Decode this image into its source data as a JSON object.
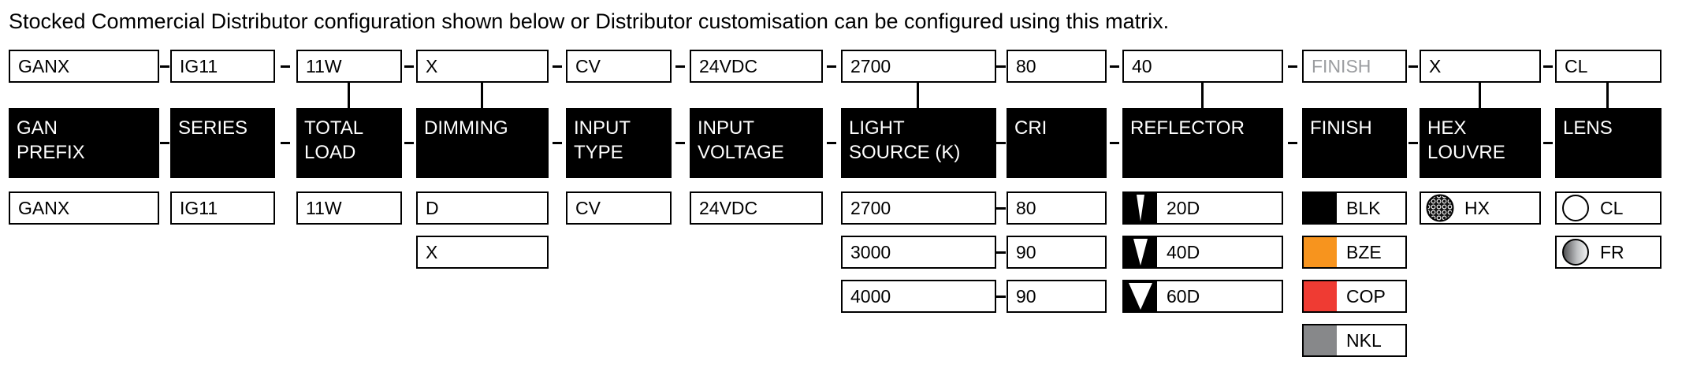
{
  "title": "Stocked Commercial Distributor configuration shown below or Distributor customisation can be configured using this matrix.",
  "colors": {
    "header_bg": "#000000",
    "box_border": "#000000",
    "placeholder_text": "#9B9DA0",
    "swatch_blk": "#000000",
    "swatch_bze": "#F7941E",
    "swatch_cop": "#EF3B33",
    "swatch_nkl": "#87888A"
  },
  "icons": {
    "reflector_20d": "narrow-beam-cone-icon",
    "reflector_40d": "medium-beam-cone-icon",
    "reflector_60d": "wide-beam-cone-icon",
    "hex_louvre": "honeycomb-louvre-icon",
    "lens_clear": "clear-lens-circle-icon",
    "lens_frosted": "frosted-lens-circle-icon"
  },
  "columns": {
    "gan_prefix": {
      "header": "GAN\nPREFIX",
      "selected": "GANX",
      "options": {
        "ganx": "GANX"
      }
    },
    "series": {
      "header": "SERIES",
      "selected": "IG11",
      "options": {
        "ig11": "IG11"
      }
    },
    "total_load": {
      "header": "TOTAL\nLOAD",
      "selected": "11W",
      "options": {
        "w11": "11W"
      }
    },
    "dimming": {
      "header": "DIMMING",
      "selected": "X",
      "options": {
        "d": "D",
        "x": "X"
      }
    },
    "input_type": {
      "header": "INPUT\nTYPE",
      "selected": "CV",
      "options": {
        "cv": "CV"
      }
    },
    "input_voltage": {
      "header": "INPUT\nVOLTAGE",
      "selected": "24VDC",
      "options": {
        "v24": "24VDC"
      }
    },
    "light_source": {
      "header": "LIGHT\nSOURCE (K)",
      "selected": "2700",
      "options": {
        "k2700": "2700",
        "k3000": "3000",
        "k4000": "4000"
      }
    },
    "cri": {
      "header": "CRI",
      "selected": "80",
      "options": {
        "cri80": "80",
        "cri90a": "90",
        "cri90b": "90"
      }
    },
    "reflector": {
      "header": "REFLECTOR",
      "selected": "40",
      "options": {
        "deg20": "20D",
        "deg40": "40D",
        "deg60": "60D"
      }
    },
    "finish": {
      "header": "FINISH",
      "placeholder": "FINISH",
      "options": {
        "blk": "BLK",
        "bze": "BZE",
        "cop": "COP",
        "nkl": "NKL"
      }
    },
    "hex_louvre": {
      "header": "HEX\nLOUVRE",
      "selected": "X",
      "options": {
        "hx": "HX"
      }
    },
    "lens": {
      "header": "LENS",
      "selected": "CL",
      "options": {
        "cl": "CL",
        "fr": "FR"
      }
    }
  }
}
